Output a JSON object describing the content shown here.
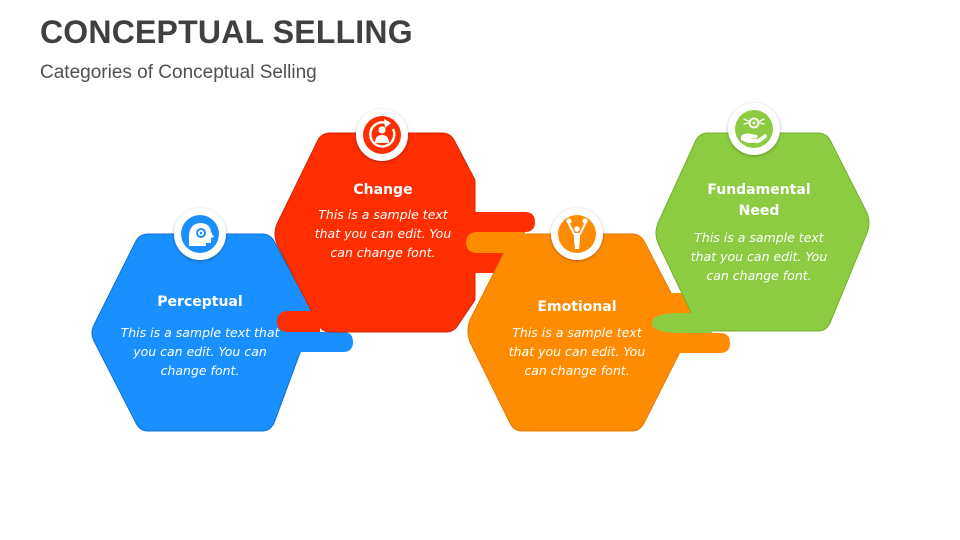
{
  "header": {
    "title": "CONCEPTUAL SELLING",
    "subtitle": "Categories of Conceptual Selling"
  },
  "categories": [
    {
      "heading": "Perceptual",
      "text": "This is a sample text that you can edit. You can change font.",
      "color": "#1a8fff",
      "icon": "target-head-icon"
    },
    {
      "heading": "Change",
      "text": "This is a sample text that you can edit. You can change font.",
      "color": "#ff2e00",
      "icon": "person-cycle-icon"
    },
    {
      "heading": "Emotional",
      "text": "This is a sample text that you can edit. You can change font.",
      "color": "#ff8c00",
      "icon": "person-celebrate-icon"
    },
    {
      "heading": "Fundamental Need",
      "text": "This is a sample text that you can edit. You can change font.",
      "color": "#8ccc40",
      "icon": "hand-offering-icon"
    }
  ]
}
